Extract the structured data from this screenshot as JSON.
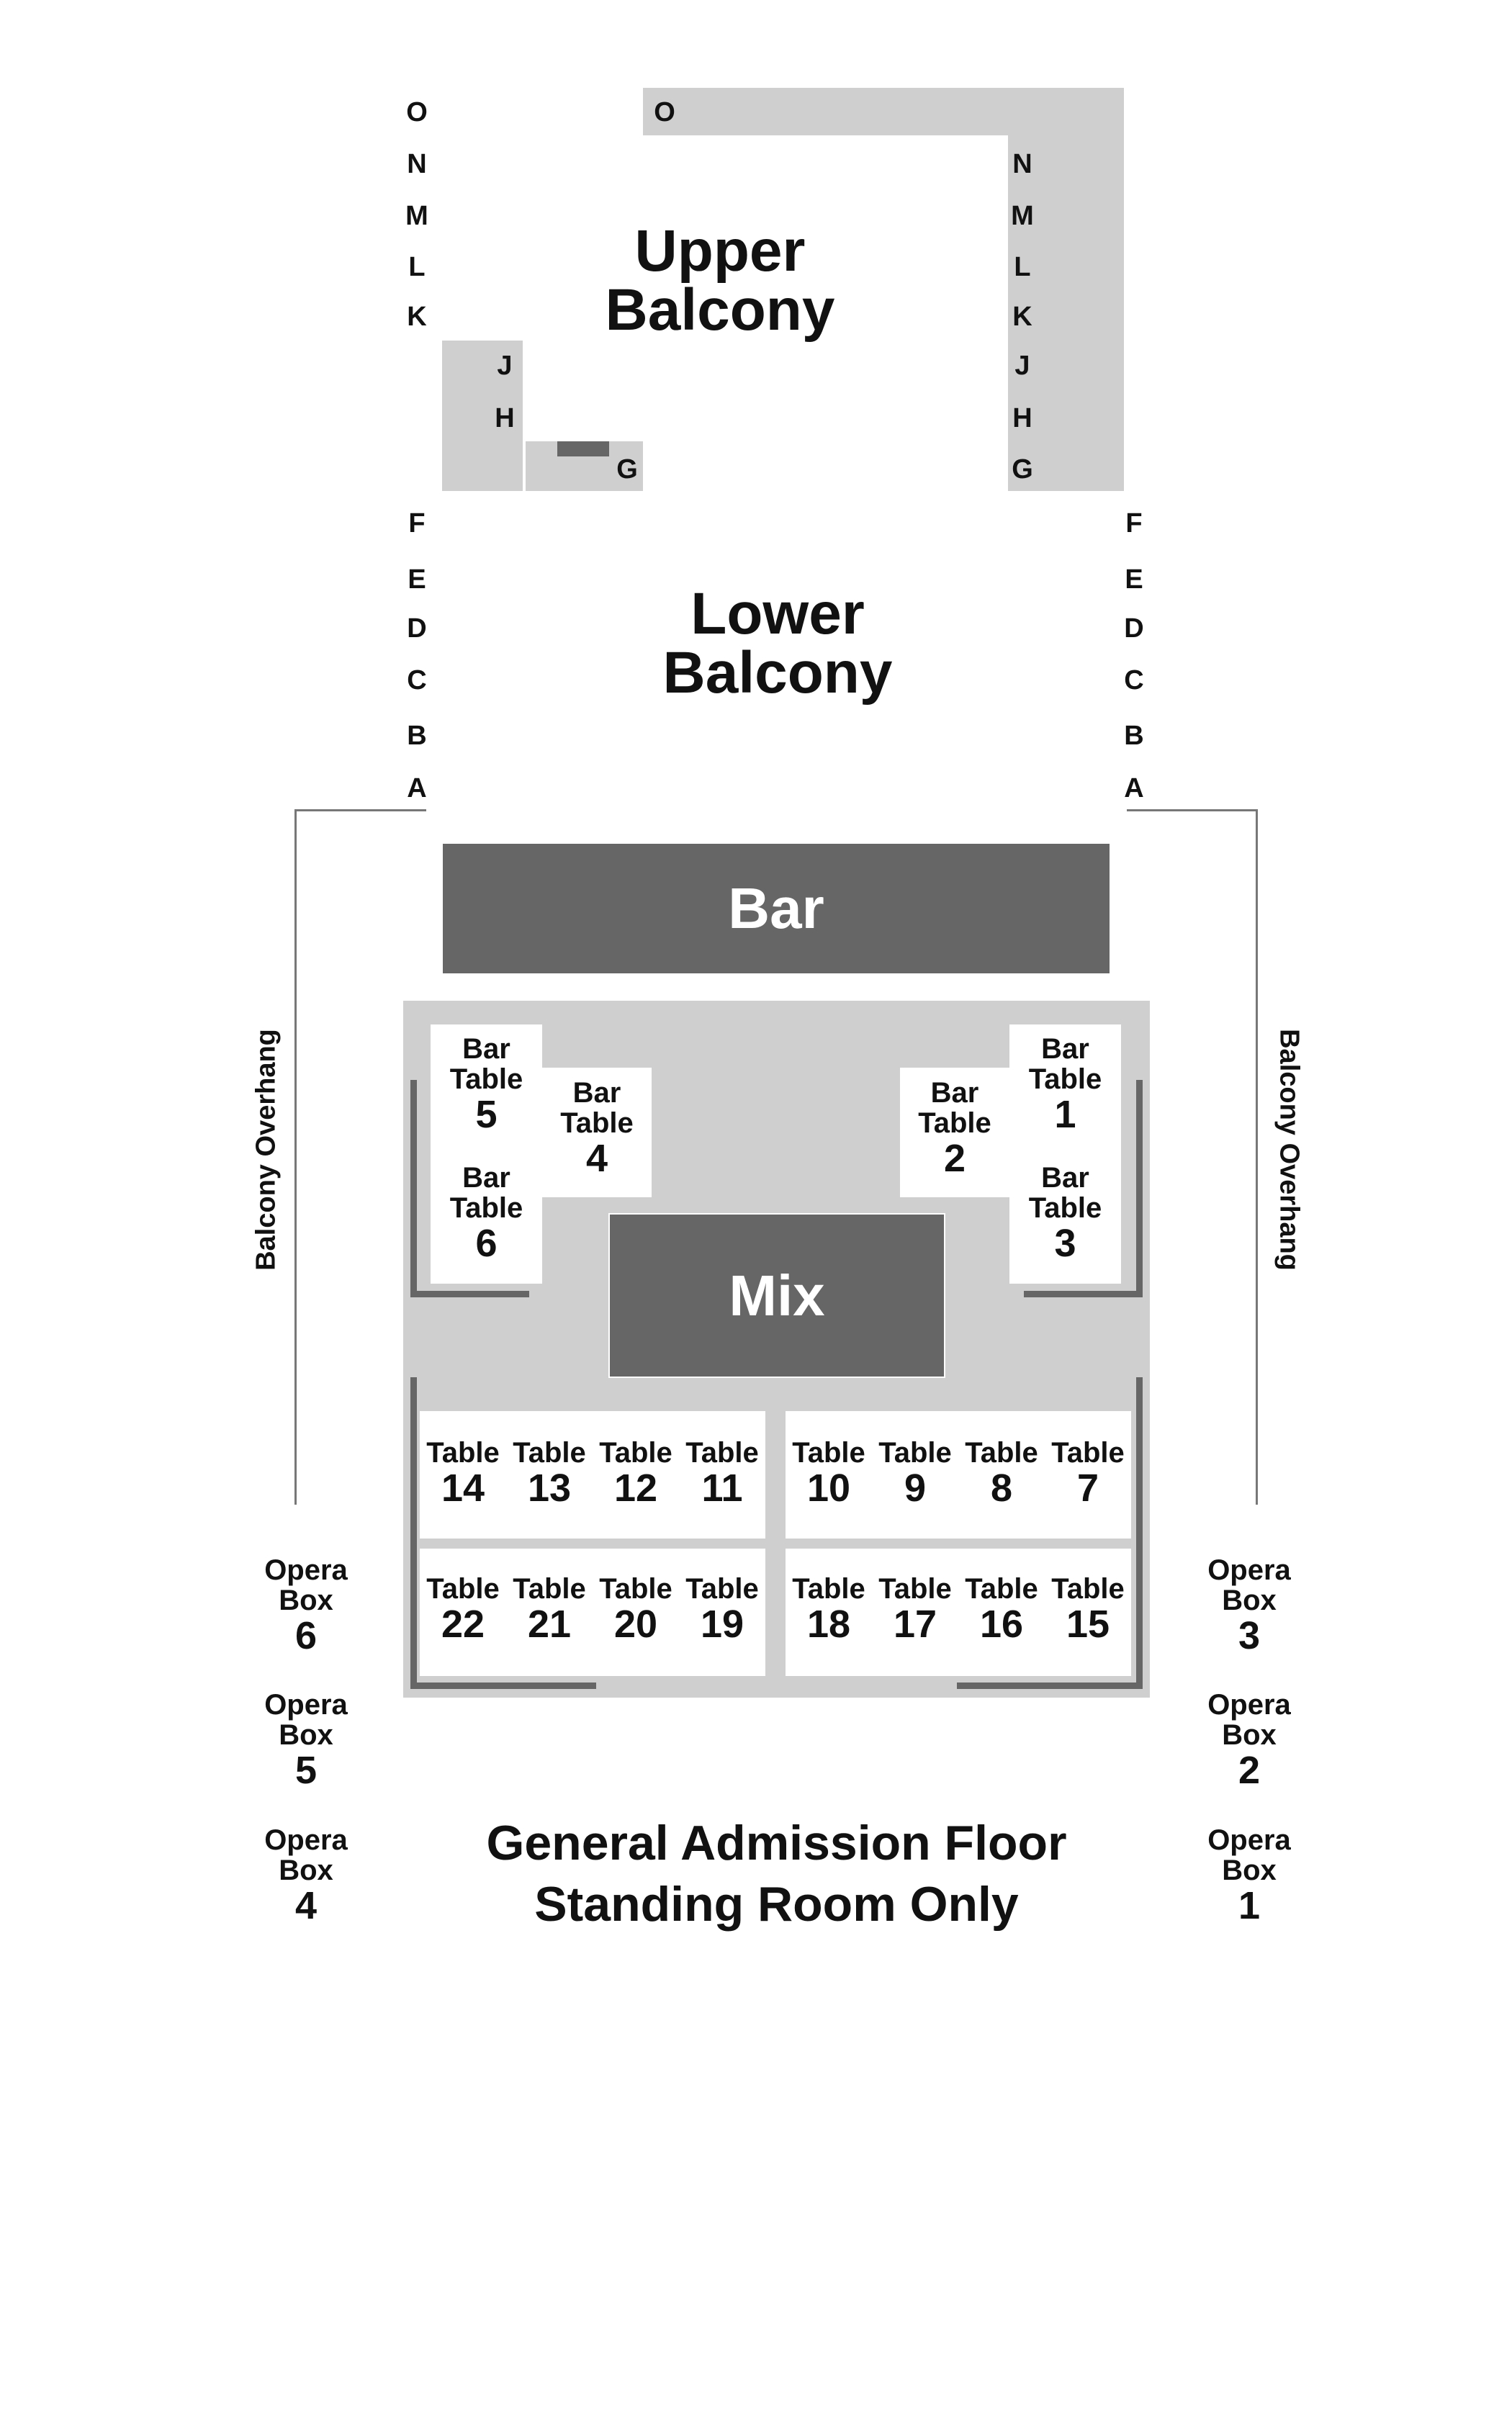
{
  "upper_balcony": {
    "title_line1": "Upper",
    "title_line2": "Balcony",
    "rows_left": [
      "O",
      "N",
      "M",
      "L",
      "K"
    ],
    "rows_left_inner": [
      "J",
      "H"
    ],
    "row_g_left": "G",
    "row_o_top": "O",
    "rows_right": [
      "N",
      "M",
      "L",
      "K",
      "J",
      "H",
      "G"
    ]
  },
  "lower_balcony": {
    "title_line1": "Lower",
    "title_line2": "Balcony",
    "rows_left": [
      "F",
      "E",
      "D",
      "C",
      "B",
      "A"
    ],
    "rows_right": [
      "F",
      "E",
      "D",
      "C",
      "B",
      "A"
    ]
  },
  "bar": {
    "label": "Bar"
  },
  "mix": {
    "label": "Mix"
  },
  "balcony_overhang": {
    "left": "Balcony Overhang",
    "right": "Balcony Overhang"
  },
  "bar_tables": [
    {
      "line1": "Bar",
      "line2": "Table",
      "num": "5"
    },
    {
      "line1": "Bar",
      "line2": "Table",
      "num": "4"
    },
    {
      "line1": "Bar",
      "line2": "Table",
      "num": "6"
    },
    {
      "line1": "Bar",
      "line2": "Table",
      "num": "1"
    },
    {
      "line1": "Bar",
      "line2": "Table",
      "num": "2"
    },
    {
      "line1": "Bar",
      "line2": "Table",
      "num": "3"
    }
  ],
  "tables": {
    "label": "Table",
    "row1_left": [
      "14",
      "13",
      "12",
      "11"
    ],
    "row1_right": [
      "10",
      "9",
      "8",
      "7"
    ],
    "row2_left": [
      "22",
      "21",
      "20",
      "19"
    ],
    "row2_right": [
      "18",
      "17",
      "16",
      "15"
    ]
  },
  "opera_boxes": {
    "line1": "Opera",
    "line2": "Box",
    "left": [
      "6",
      "5",
      "4"
    ],
    "right": [
      "3",
      "2",
      "1"
    ]
  },
  "floor": {
    "line1": "General Admission Floor",
    "line2": "Standing Room Only"
  },
  "colors": {
    "light_grey": "#cfcfcf",
    "dark_grey": "#666666",
    "text": "#111111"
  }
}
